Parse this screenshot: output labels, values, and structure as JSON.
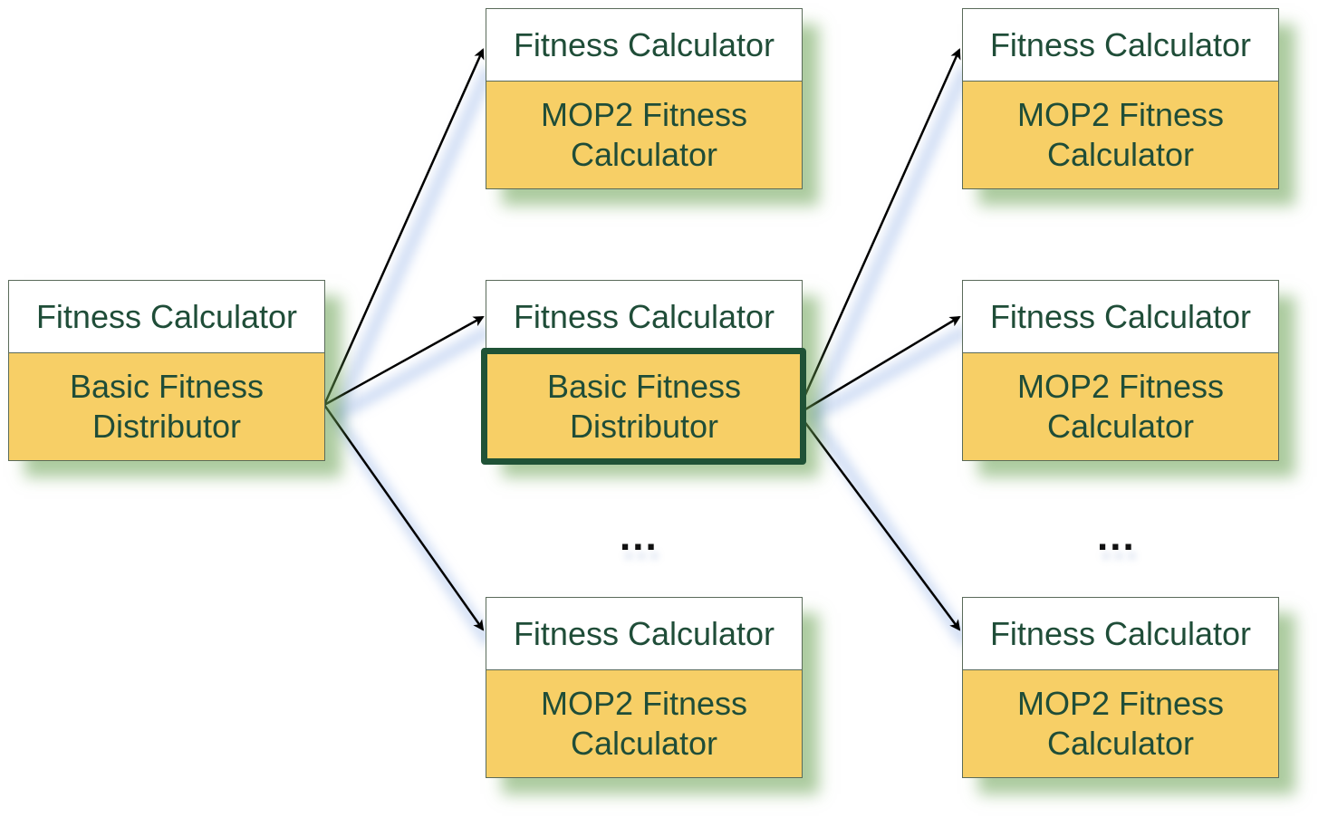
{
  "nodes": [
    {
      "id": "root",
      "header": "Fitness Calculator",
      "body": "Basic Fitness\nDistributor"
    },
    {
      "id": "mid-top",
      "header": "Fitness Calculator",
      "body": "MOP2 Fitness\nCalculator"
    },
    {
      "id": "mid-center",
      "header": "Fitness Calculator",
      "body": "Basic Fitness\nDistributor"
    },
    {
      "id": "mid-bottom",
      "header": "Fitness Calculator",
      "body": "MOP2 Fitness\nCalculator"
    },
    {
      "id": "right-top",
      "header": "Fitness Calculator",
      "body": "MOP2 Fitness\nCalculator"
    },
    {
      "id": "right-center",
      "header": "Fitness Calculator",
      "body": "MOP2 Fitness\nCalculator"
    },
    {
      "id": "right-bottom",
      "header": "Fitness Calculator",
      "body": "MOP2 Fitness\nCalculator"
    }
  ],
  "ellipses": [
    "...",
    "..."
  ],
  "edges": [
    {
      "from": "root",
      "to": "mid-top"
    },
    {
      "from": "root",
      "to": "mid-center"
    },
    {
      "from": "root",
      "to": "mid-bottom"
    },
    {
      "from": "mid-center",
      "to": "right-top"
    },
    {
      "from": "mid-center",
      "to": "right-center"
    },
    {
      "from": "mid-center",
      "to": "right-bottom"
    }
  ],
  "colors": {
    "header_bg": "#ffffff",
    "body_bg": "#f7cf66",
    "text": "#1f4d38",
    "highlight_border": "#1f5236",
    "shadow": "#68a050",
    "arrow": "#000000"
  }
}
